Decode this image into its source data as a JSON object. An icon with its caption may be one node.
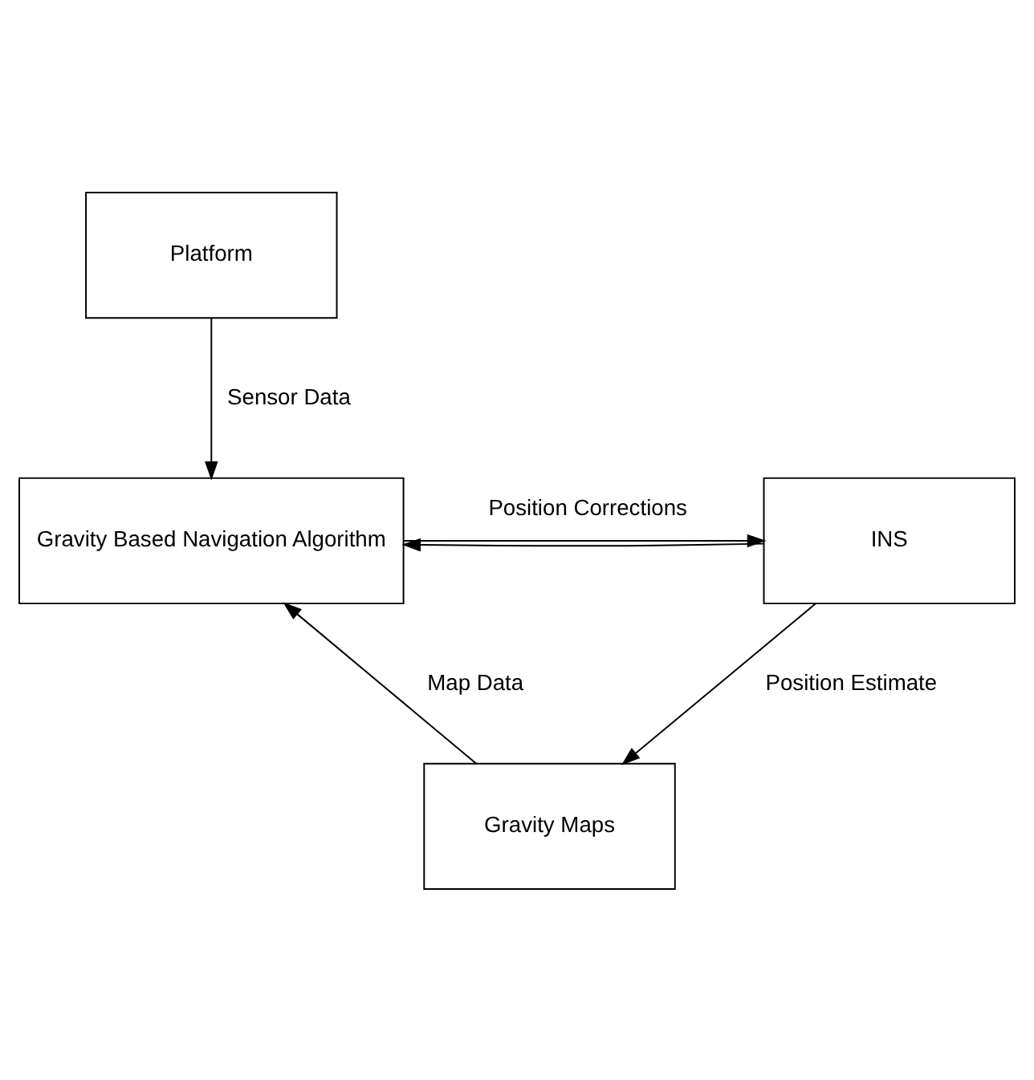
{
  "diagram": {
    "nodes": [
      {
        "text": [
          "Platform"
        ]
      },
      {
        "text": [
          "Gravity Based Navigation Algorithm"
        ]
      },
      {
        "text": [
          "INS"
        ]
      },
      {
        "text": [
          "Gravity Maps"
        ]
      }
    ],
    "edges": [
      {
        "from": 0,
        "to": 1,
        "arrow": "to",
        "label": "Sensor Data"
      },
      {
        "from": 1,
        "to": 2,
        "arrow": "to",
        "label": "Position Corrections"
      },
      {
        "from": 2,
        "to": 3,
        "arrow": "to",
        "label": "Position Estimate"
      },
      {
        "from": 2,
        "to": 1,
        "arrow": "to"
      },
      {
        "from": 3,
        "to": 1,
        "arrow": "to",
        "label": "Map Data"
      }
    ]
  }
}
